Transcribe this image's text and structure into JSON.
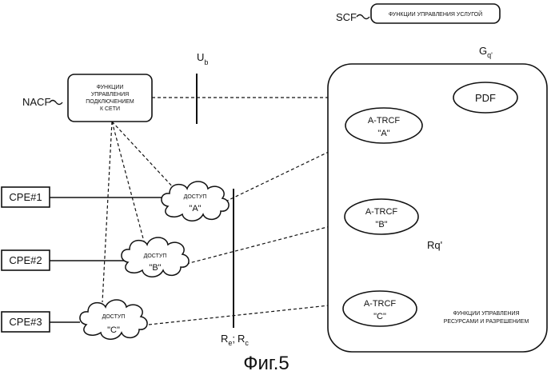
{
  "scf": {
    "label": "SCF",
    "box_text": "ФУНКЦИИ УПРАВЛЕНИЯ УСЛУГОЙ"
  },
  "nacf": {
    "label": "NACF",
    "box_lines": [
      "ФУНКЦИИ",
      "УПРАВЛЕНИЯ",
      "ПОДКЛЮЧЕНИЕМ",
      "К СЕТИ"
    ]
  },
  "interfaces": {
    "ub_main": "U",
    "ub_sub": "b",
    "gq_main": "G",
    "gq_sub": "q'",
    "rq": "Rq'",
    "re_main": "R",
    "re_sub": "e",
    "sep": ";",
    "rc_main": "R",
    "rc_sub": "c"
  },
  "pdf": "PDF",
  "racf_caption": [
    "ФУНКЦИИ УПРАВЛЕНИЯ",
    "РЕСУРСАМИ И РАЗРЕШЕНИЕМ"
  ],
  "trcf": [
    {
      "name": "A-TRCF",
      "tag": "\"A\""
    },
    {
      "name": "A-TRCF",
      "tag": "\"B\""
    },
    {
      "name": "A-TRCF",
      "tag": "\"C\""
    }
  ],
  "cpe": [
    "CPE#1",
    "CPE#2",
    "CPE#3"
  ],
  "access": [
    {
      "word": "ДОСТУП",
      "tag": "\"A\""
    },
    {
      "word": "ДОСТУП",
      "tag": "\"B\""
    },
    {
      "word": "ДОСТУП",
      "tag": "\"C\""
    }
  ],
  "figure_caption": "Фиг.5"
}
